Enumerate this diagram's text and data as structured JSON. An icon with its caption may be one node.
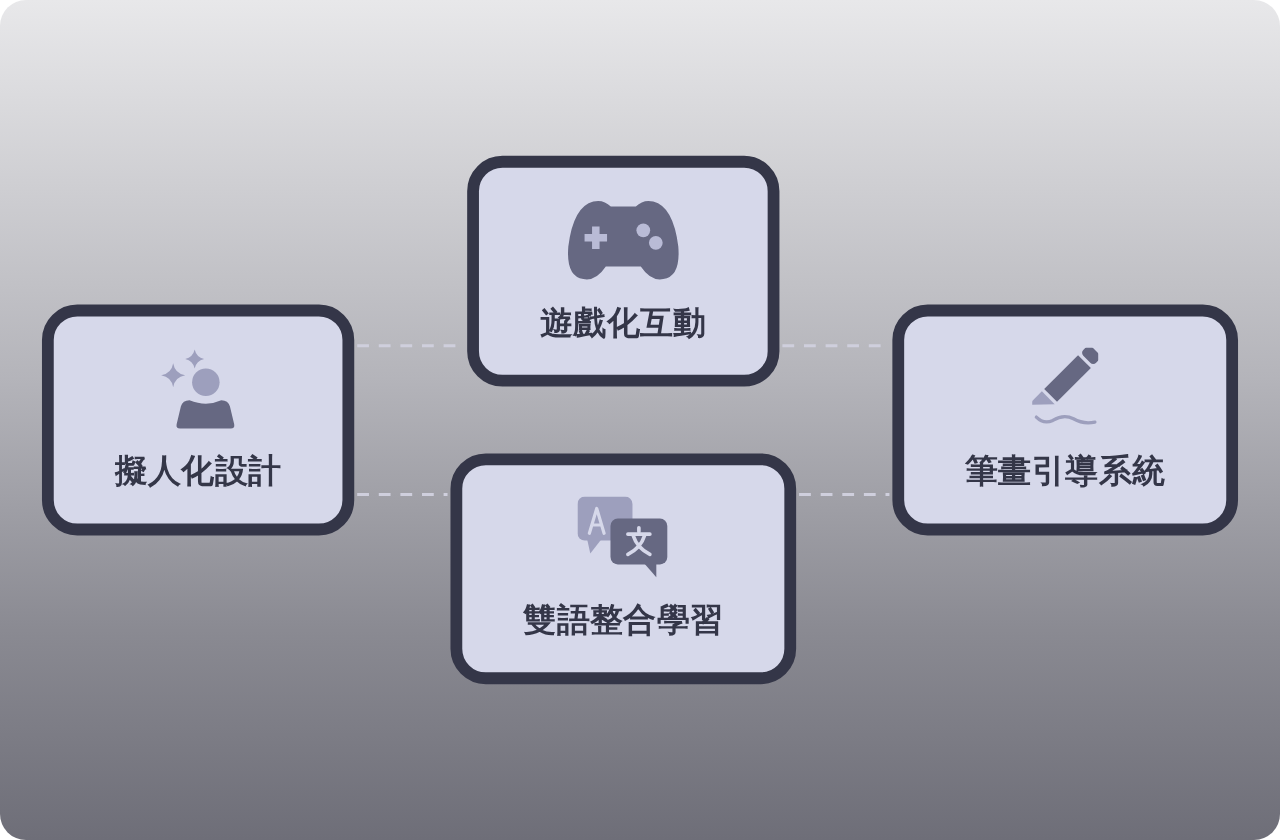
{
  "diagram": {
    "nodes": [
      {
        "text": [
          "擬人化設計"
        ]
      },
      {
        "text": [
          "遊戲化互動"
        ]
      },
      {
        "text": [
          "雙語整合學習"
        ]
      },
      {
        "text": [
          "筆畫引導系統"
        ]
      }
    ],
    "edges": [
      {
        "from": 0,
        "to": 1,
        "arrow": "none",
        "style": "dashed"
      },
      {
        "from": 0,
        "to": 2,
        "arrow": "none",
        "style": "dashed"
      },
      {
        "from": 1,
        "to": 3,
        "arrow": "none",
        "style": "dashed"
      },
      {
        "from": 2,
        "to": 3,
        "arrow": "none",
        "style": "dashed"
      }
    ]
  }
}
